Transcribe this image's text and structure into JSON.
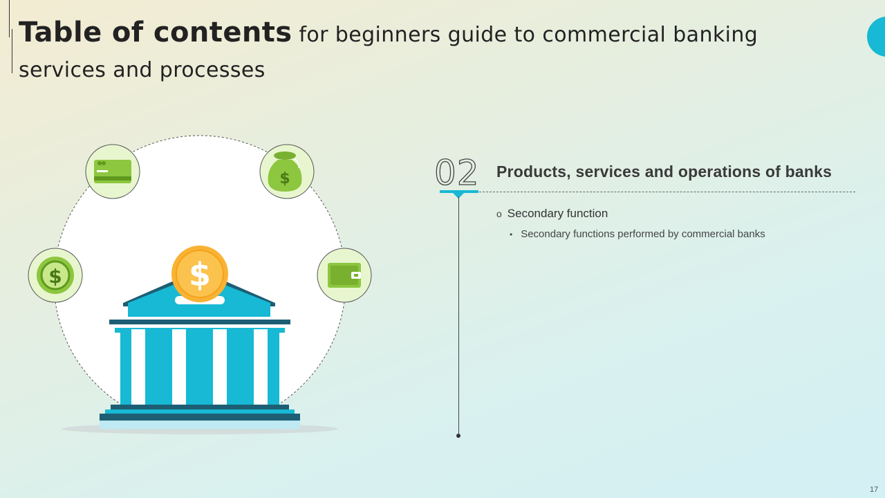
{
  "title": {
    "bold": "Table of contents",
    "regular": " for beginners guide to commercial banking services and processes"
  },
  "section": {
    "number": "02",
    "title": "Products, services and operations of banks",
    "bullet": "Secondary function",
    "sub_bullet": "Secondary functions performed by commercial banks"
  },
  "page_number": "17",
  "icons": [
    "credit-card-icon",
    "money-bag-icon",
    "dollar-coin-icon",
    "wallet-icon",
    "bank-building-icon"
  ],
  "colors": {
    "accent": "#17b9d4",
    "green": "#8dc63f",
    "light_green": "#e8f6cf",
    "coin": "#f9b233"
  }
}
